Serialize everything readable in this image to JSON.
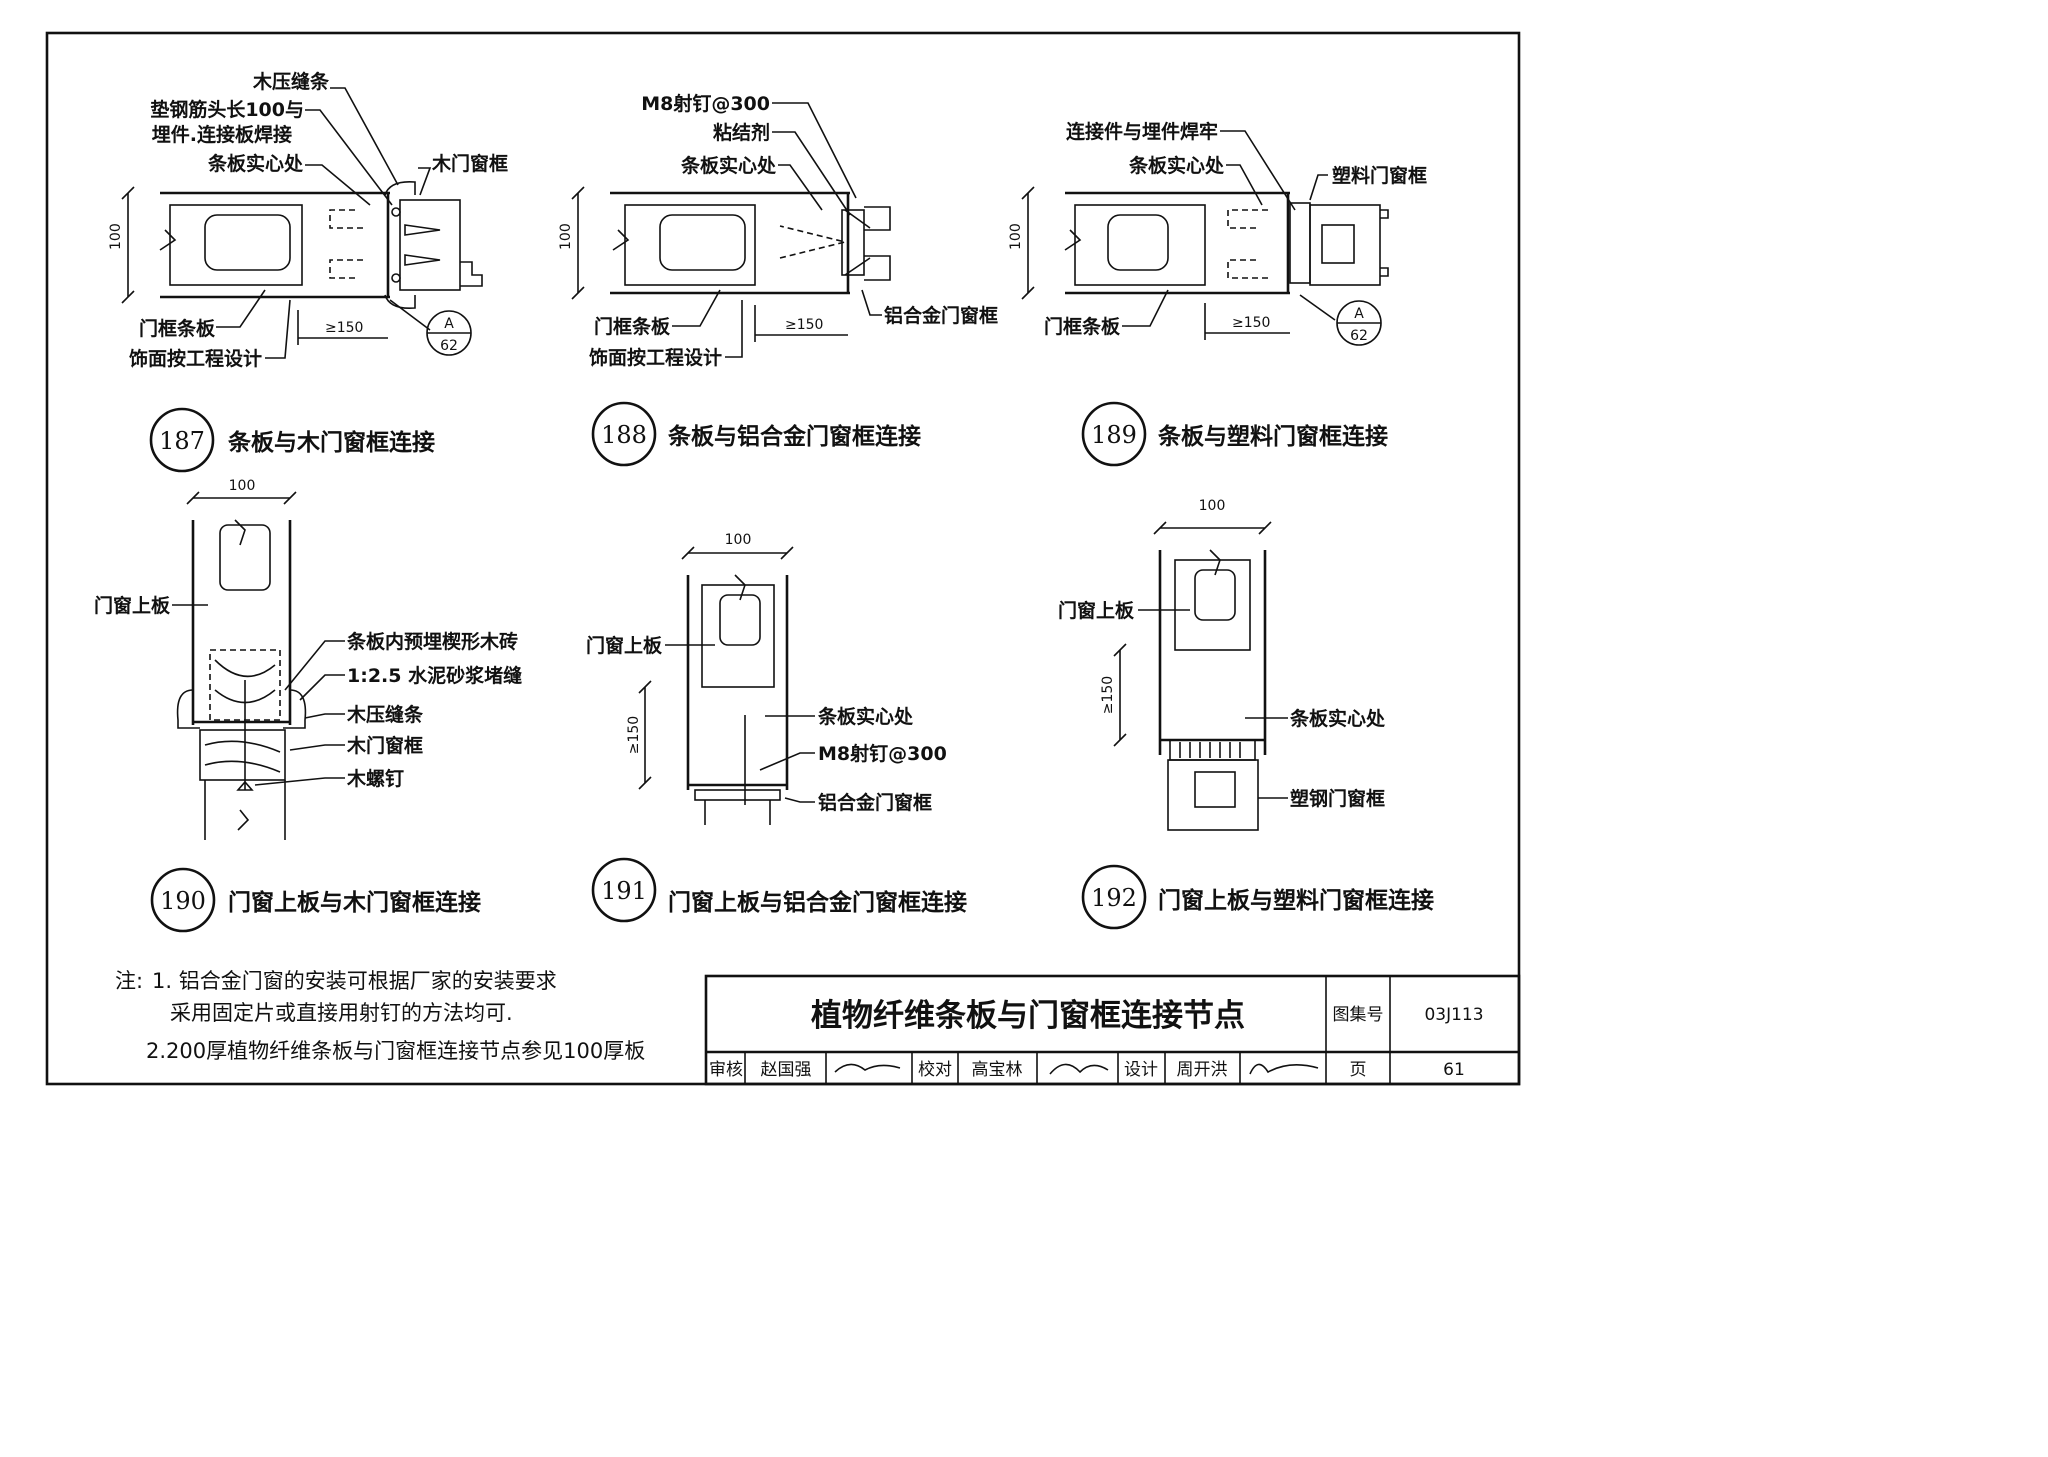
{
  "details": [
    {
      "number": "187",
      "title": "条板与木门窗框连接",
      "labels": {
        "l1": "木压缝条",
        "l2": "垫钢筋头长100与",
        "l3": "埋件.连接板焊接",
        "l4": "条板实心处",
        "l5": "木门窗框",
        "l6": "门框条板",
        "l7": "饰面按工程设计"
      },
      "dims": {
        "width": "100",
        "min": "≥150"
      },
      "ref": {
        "top": "A",
        "bottom": "62"
      }
    },
    {
      "number": "188",
      "title": "条板与铝合金门窗框连接",
      "labels": {
        "l1": "M8射钉@300",
        "l2": "粘结剂",
        "l3": "条板实心处",
        "l4": "铝合金门窗框",
        "l5": "门框条板",
        "l6": "饰面按工程设计"
      },
      "dims": {
        "width": "100",
        "min": "≥150"
      }
    },
    {
      "number": "189",
      "title": "条板与塑料门窗框连接",
      "labels": {
        "l1": "连接件与埋件焊牢",
        "l2": "条板实心处",
        "l3": "塑料门窗框",
        "l4": "门框条板"
      },
      "dims": {
        "width": "100",
        "min": "≥150"
      },
      "ref": {
        "top": "A",
        "bottom": "62"
      }
    },
    {
      "number": "190",
      "title": "门窗上板与木门窗框连接",
      "labels": {
        "l1": "门窗上板",
        "l2": "条板内预埋楔形木砖",
        "l3": "1:2.5 水泥砂浆堵缝",
        "l4": "木压缝条",
        "l5": "木门窗框",
        "l6": "木螺钉"
      },
      "dims": {
        "width": "100"
      }
    },
    {
      "number": "191",
      "title": "门窗上板与铝合金门窗框连接",
      "labels": {
        "l1": "门窗上板",
        "l2": "条板实心处",
        "l3": "M8射钉@300",
        "l4": "铝合金门窗框"
      },
      "dims": {
        "width": "100",
        "min": "≥150"
      }
    },
    {
      "number": "192",
      "title": "门窗上板与塑料门窗框连接",
      "labels": {
        "l1": "门窗上板",
        "l2": "条板实心处",
        "l3": "塑钢门窗框"
      },
      "dims": {
        "width": "100",
        "min": "≥150"
      }
    }
  ],
  "notes": {
    "prefix": "注:",
    "n1a": "1. 铝合金门窗的安装可根据厂家的安装要求",
    "n1b": "采用固定片或直接用射钉的方法均可.",
    "n2": "2.200厚植物纤维条板与门窗框连接节点参见100厚板"
  },
  "title_block": {
    "title": "植物纤维条板与门窗框连接节点",
    "atlas_label": "图集号",
    "atlas_value": "03J113",
    "review_label": "审核",
    "reviewer": "赵国强",
    "check_label": "校对",
    "checker": "高宝林",
    "design_label": "设计",
    "designer": "周开洪",
    "page_label": "页",
    "page_value": "61"
  }
}
